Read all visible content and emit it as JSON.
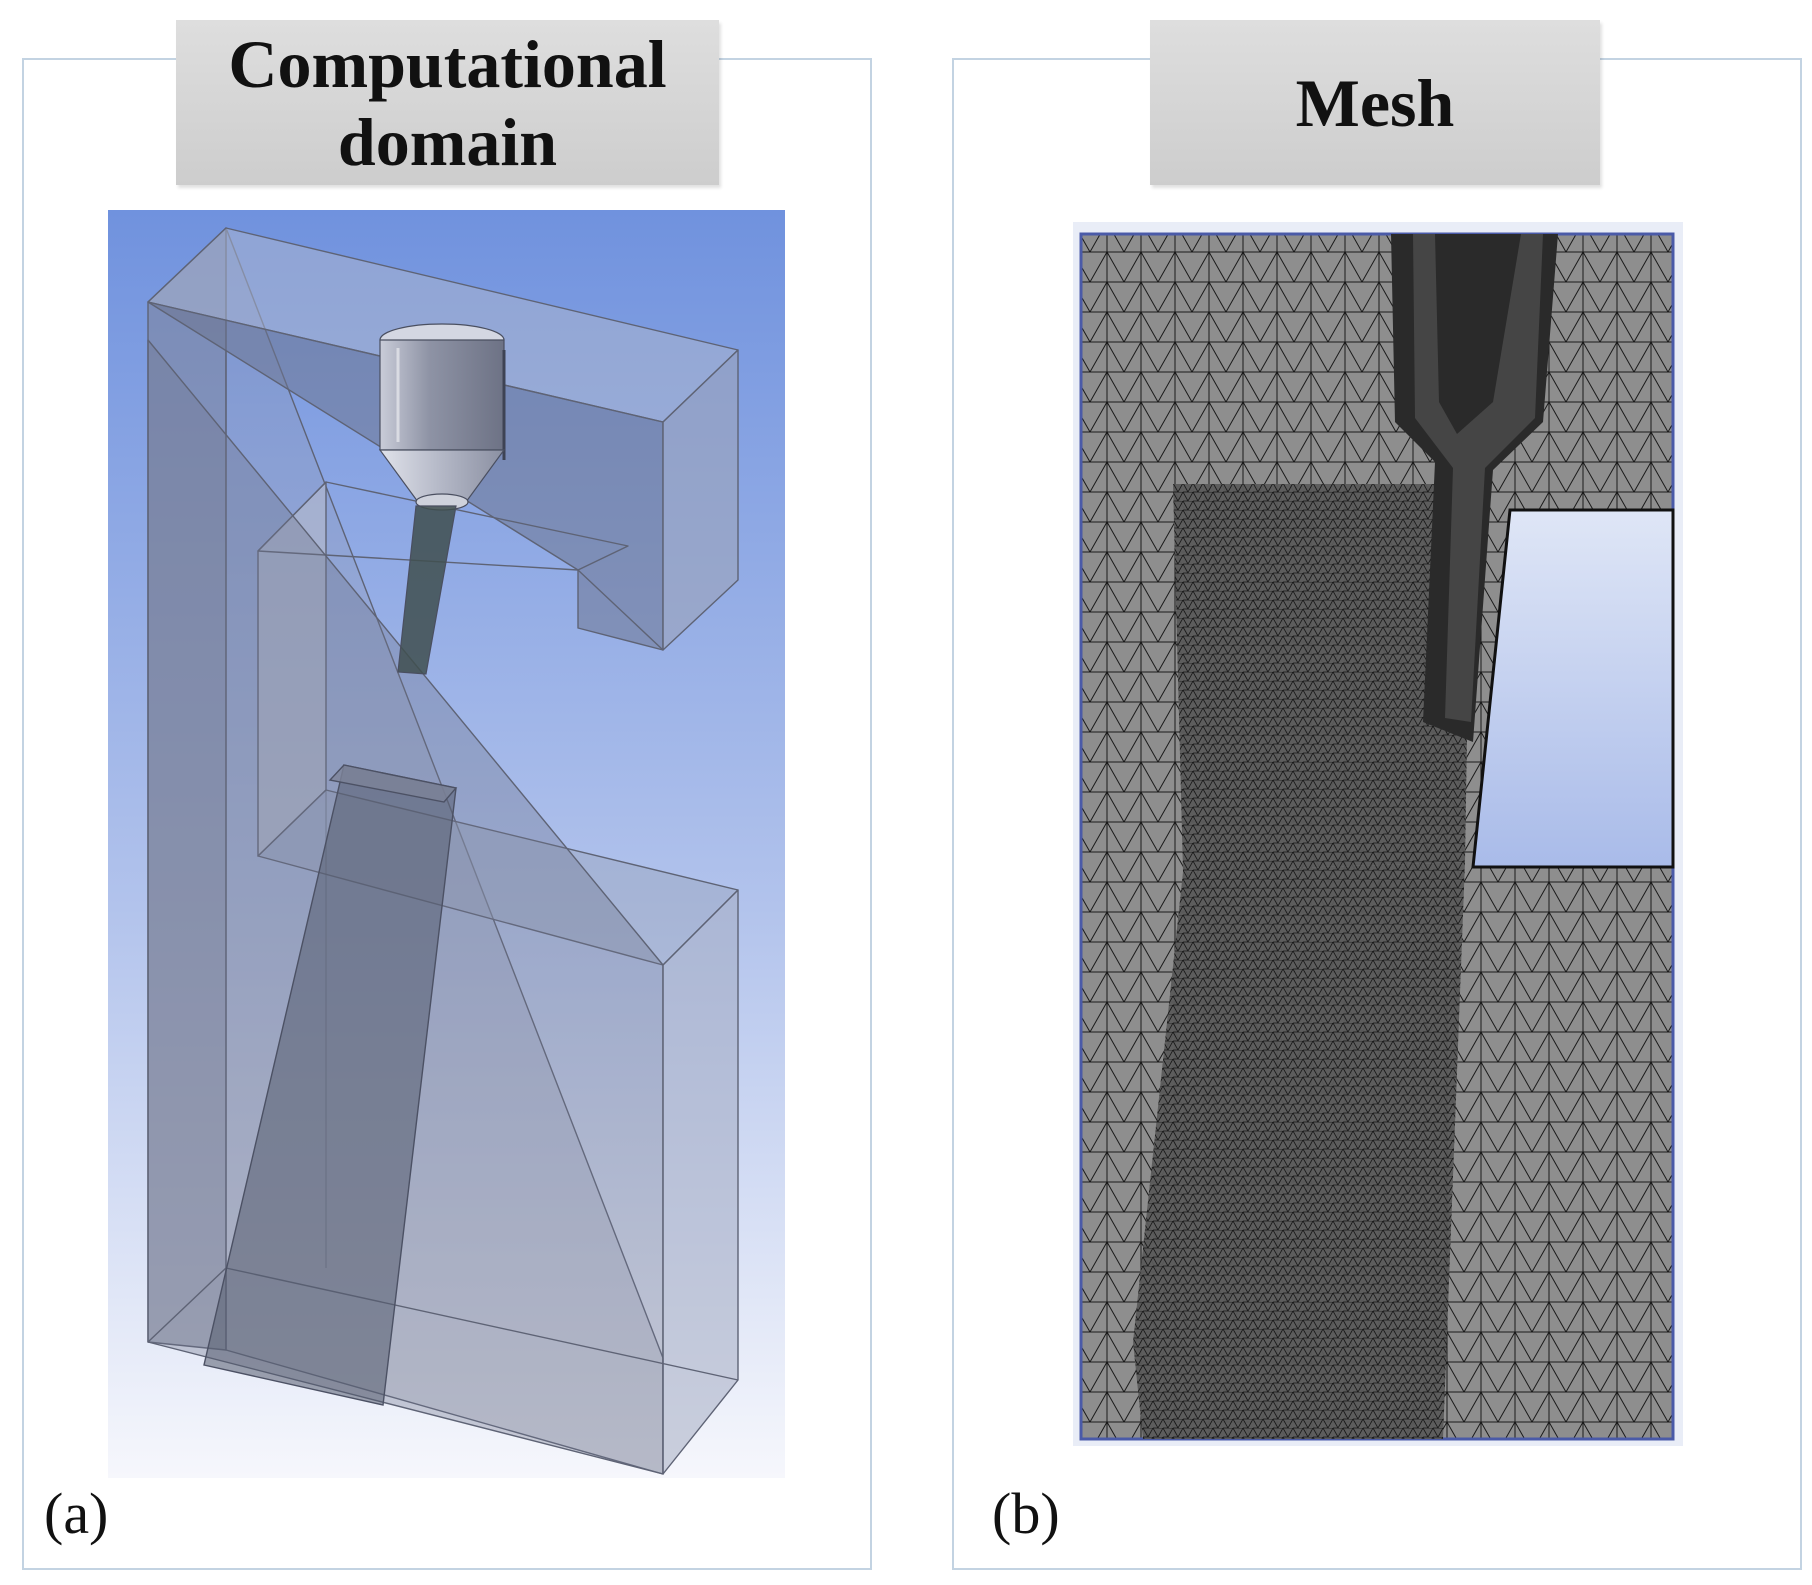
{
  "panels": [
    {
      "title_line1": "Computational",
      "title_line2": "domain",
      "letter": "(a)"
    },
    {
      "title": "Mesh",
      "letter": "(b)"
    }
  ],
  "colors": {
    "frame_border": "#c3d3e2",
    "title_background": "#d6d6d6",
    "viewport_gradient_top": "#7092de",
    "viewport_gradient_bottom": "#f6f7fc",
    "mesh_fill": "#8e8e8e",
    "mesh_lines": "#1a1a1a"
  }
}
